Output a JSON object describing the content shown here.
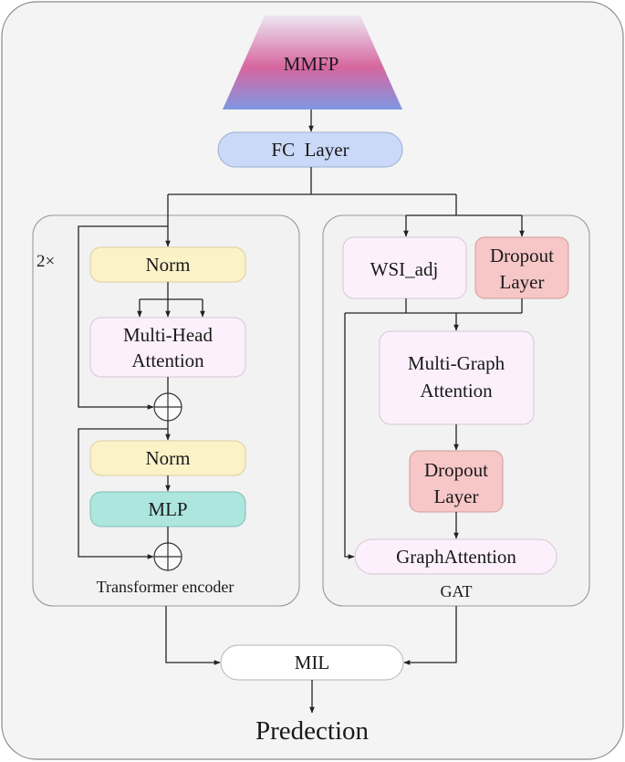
{
  "diagram": {
    "top_block": "MMFP",
    "fc_layer": "FC  Layer",
    "transformer": {
      "repeat": "2×",
      "norm_1": "Norm",
      "mha_line1": "Multi-Head",
      "mha_line2": "Attention",
      "norm_2": "Norm",
      "mlp": "MLP",
      "caption": "Transformer encoder"
    },
    "gat": {
      "wsi_adj": "WSI_adj",
      "dropout_1_line1": "Dropout",
      "dropout_1_line2": "Layer",
      "mga_line1": "Multi-Graph",
      "mga_line2": "Attention",
      "dropout_2_line1": "Dropout",
      "dropout_2_line2": "Layer",
      "graph_attention": "GraphAttention",
      "caption": "GAT"
    },
    "mil": "MIL",
    "prediction": "Predection"
  },
  "colors": {
    "background": "#f4f4f4",
    "fc_layer": "#c9d9f7",
    "norm": "#fbf2c8",
    "attention": "#fbf0fb",
    "mlp": "#ade6df",
    "dropout": "#f7c6c6",
    "mmfp_top": "#ede6f2",
    "mmfp_mid": "#d6669f",
    "mmfp_bottom": "#7f97e3"
  }
}
